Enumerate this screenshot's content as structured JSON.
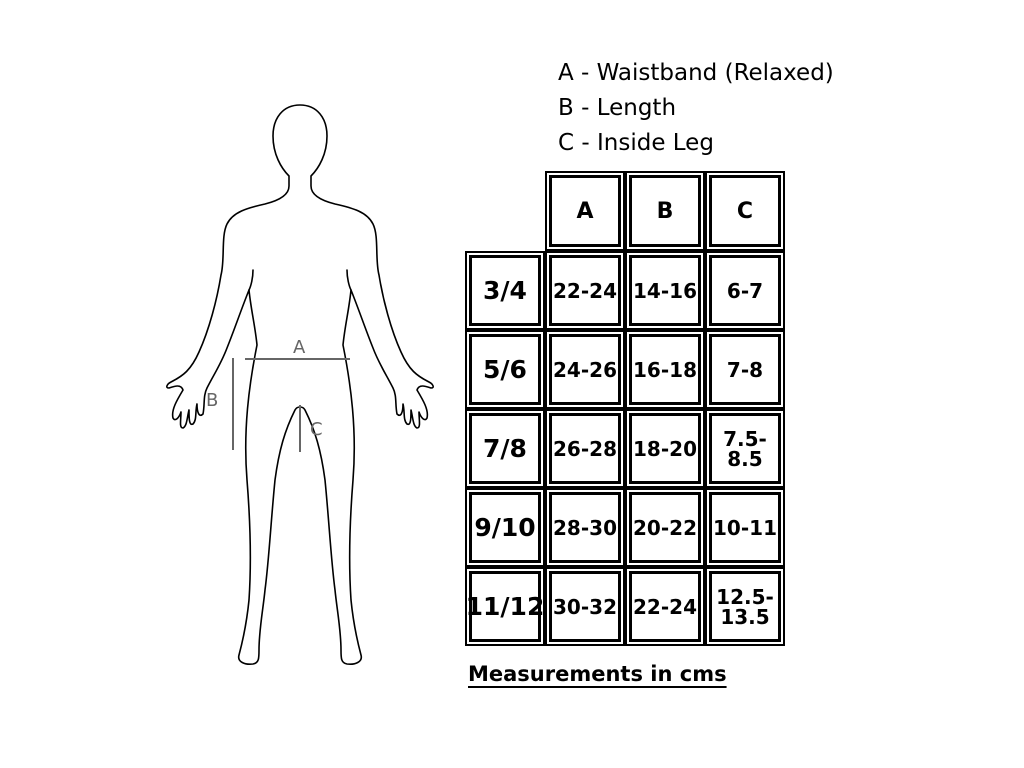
{
  "legend": [
    {
      "letter": "A",
      "text": "A - Waistband (Relaxed)"
    },
    {
      "letter": "B",
      "text": "B - Length"
    },
    {
      "letter": "C",
      "text": "C - Inside Leg"
    }
  ],
  "figure": {
    "label_a": "A",
    "label_b": "B",
    "label_c": "C"
  },
  "table": {
    "headers": [
      "A",
      "B",
      "C"
    ],
    "rows": [
      {
        "size": "3/4",
        "a": "22-24",
        "b": "14-16",
        "c": "6-7"
      },
      {
        "size": "5/6",
        "a": "24-26",
        "b": "16-18",
        "c": "7-8"
      },
      {
        "size": "7/8",
        "a": "26-28",
        "b": "18-20",
        "c": "7.5-\n8.5"
      },
      {
        "size": "9/10",
        "a": "28-30",
        "b": "20-22",
        "c": "10-11"
      },
      {
        "size": "11/12",
        "a": "30-32",
        "b": "22-24",
        "c": "12.5-\n13.5"
      }
    ]
  },
  "note": "Measurements in cms"
}
